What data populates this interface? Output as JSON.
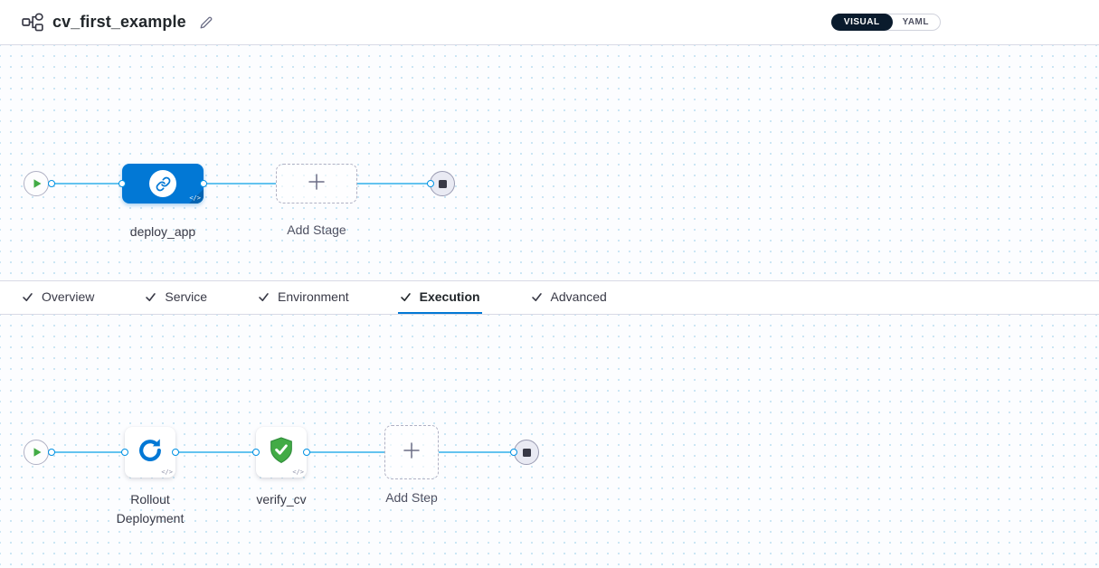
{
  "header": {
    "title": "cv_first_example",
    "toggle": {
      "visual": "VISUAL",
      "yaml": "YAML"
    }
  },
  "stage_pipeline": {
    "stages": [
      {
        "label": "deploy_app",
        "type": "deployment-stage",
        "icon": "link-icon"
      }
    ],
    "add_stage_label": "Add Stage",
    "start_icon": "play-icon",
    "end_icon": "stop-icon"
  },
  "tabs": [
    {
      "label": "Overview",
      "checked": true,
      "active": false
    },
    {
      "label": "Service",
      "checked": true,
      "active": false
    },
    {
      "label": "Environment",
      "checked": true,
      "active": false
    },
    {
      "label": "Execution",
      "checked": true,
      "active": true
    },
    {
      "label": "Advanced",
      "checked": true,
      "active": false
    }
  ],
  "execution": {
    "steps": [
      {
        "label": "Rollout Deployment",
        "icon": "rollout-icon"
      },
      {
        "label": "verify_cv",
        "icon": "shield-check-icon"
      }
    ],
    "add_step_label": "Add Step"
  },
  "icons": {
    "code_glyph": "</>"
  },
  "colors": {
    "accent_blue": "#0278d5",
    "connector_blue": "#63c3ef",
    "success_green": "#42ab45",
    "toggle_dark": "#0a1b2d",
    "text_dark": "#383946"
  }
}
